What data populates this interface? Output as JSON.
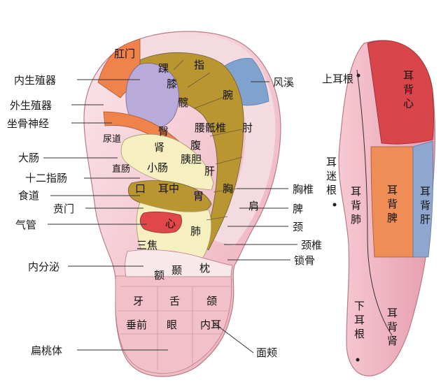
{
  "left_labels": {
    "nei_sheng_zhi_qi": "内生殖器",
    "wai_sheng_zhi_qi": "外生殖器",
    "zuo_gu_shen_jing": "坐骨神经",
    "da_chang": "大肠",
    "shi_er_zhi_chang": "十二指肠",
    "shi_dao": "食道",
    "ben_men": "贲门",
    "qi_guan": "气管",
    "nei_fen_mi": "内分泌",
    "bian_tao_ti": "扁桃体"
  },
  "right_labels": {
    "feng_xi": "风溪",
    "xiong_zhui": "胸椎",
    "pi": "脾",
    "jing": "颈",
    "jing_zhui": "颈椎",
    "suo_gu": "锁骨",
    "mian_jia": "面颊"
  },
  "inner_labels": {
    "gang_men": "肛门",
    "zhi": "指",
    "zhou_ankle": "踝",
    "xi": "膝",
    "kuan": "髋",
    "wan": "腕",
    "tun": "臀",
    "yao_di_zhui": "腰骶椎",
    "zhou_elbow": "肘",
    "niao_dao": "尿道",
    "shen": "肾",
    "fu": "腹",
    "zhi_chang": "直肠",
    "xiao_chang": "小肠",
    "yi_dan": "胰胆",
    "gan": "肝",
    "er_zhong": "耳中",
    "kou": "口",
    "xiong": "胸",
    "wei": "胃",
    "jian": "肩",
    "xin": "心",
    "fei": "肺",
    "san_jiao": "三焦",
    "e": "额",
    "nie": "颞",
    "zhen": "枕",
    "ya": "牙",
    "she": "舌",
    "he": "颌",
    "chui_qian": "垂前",
    "yan": "眼",
    "nei_er": "内耳"
  },
  "back_labels": {
    "shang_er_gen": "上耳根",
    "er_bei_xin": "耳背心",
    "er_mi_gen": "耳迷根",
    "er_bei_fei": "耳背肺",
    "er_bei_pi": "耳背脾",
    "er_bei_gan": "耳背肝",
    "xia_er_gen": "下耳根",
    "er_bei_shen": "耳背肾"
  },
  "colors": {
    "skin": "#f7d8de",
    "skin_dark": "#e9a7b4",
    "olive": "#b9962f",
    "cream": "#f6efc0",
    "orange": "#f0824c",
    "red": "#e0474a",
    "purple": "#b9abd9",
    "blue": "#7fa2cf",
    "back_red": "#d8454b",
    "back_orange": "#ee8d55",
    "back_blue": "#8fa7cf"
  }
}
